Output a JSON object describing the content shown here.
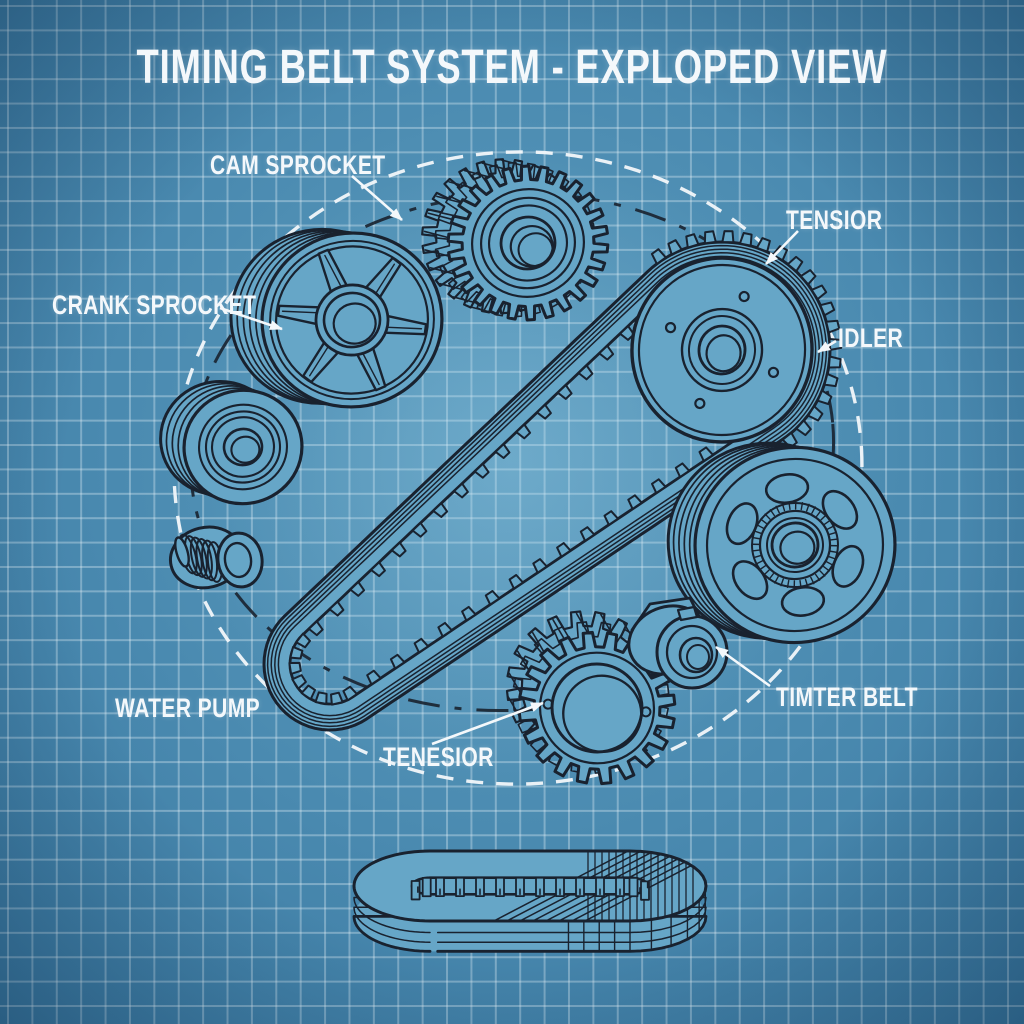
{
  "title": "TIMING BELT SYSTEM - EXPLOPED VIEW",
  "labels": {
    "cam_sprocket": "CAM SPROCKET",
    "tensior": "TENSIOR",
    "crank_sprocket": "CRANK SPROCKET",
    "idler": "IDLER",
    "water_pump": "WATER PUMP",
    "tenesior": "TENESIOR",
    "timter_belt": "TIMTER BELT"
  },
  "parts": [
    "cam-sprocket-gear",
    "crank-sprocket-pulley",
    "idler-pulley",
    "water-pump",
    "tensioner-pulley",
    "idler-big-pulley",
    "bottom-gear",
    "small-tensioner",
    "timing-belt-loop",
    "timing-belt-flat",
    "assembly-dashed-circle-white",
    "assembly-dashed-circle-dark"
  ],
  "colors": {
    "background_center": "#5d9dbf",
    "background_mid": "#4a8ab0",
    "background_edge": "#3a78a0",
    "grid_line": "rgba(235,245,250,0.33)",
    "line": "#19222f",
    "part_fill": "#66a6c7",
    "text": "#f4f8fb",
    "dashed_white": "#f2f7fa",
    "dashed_dark": "#19222f"
  }
}
